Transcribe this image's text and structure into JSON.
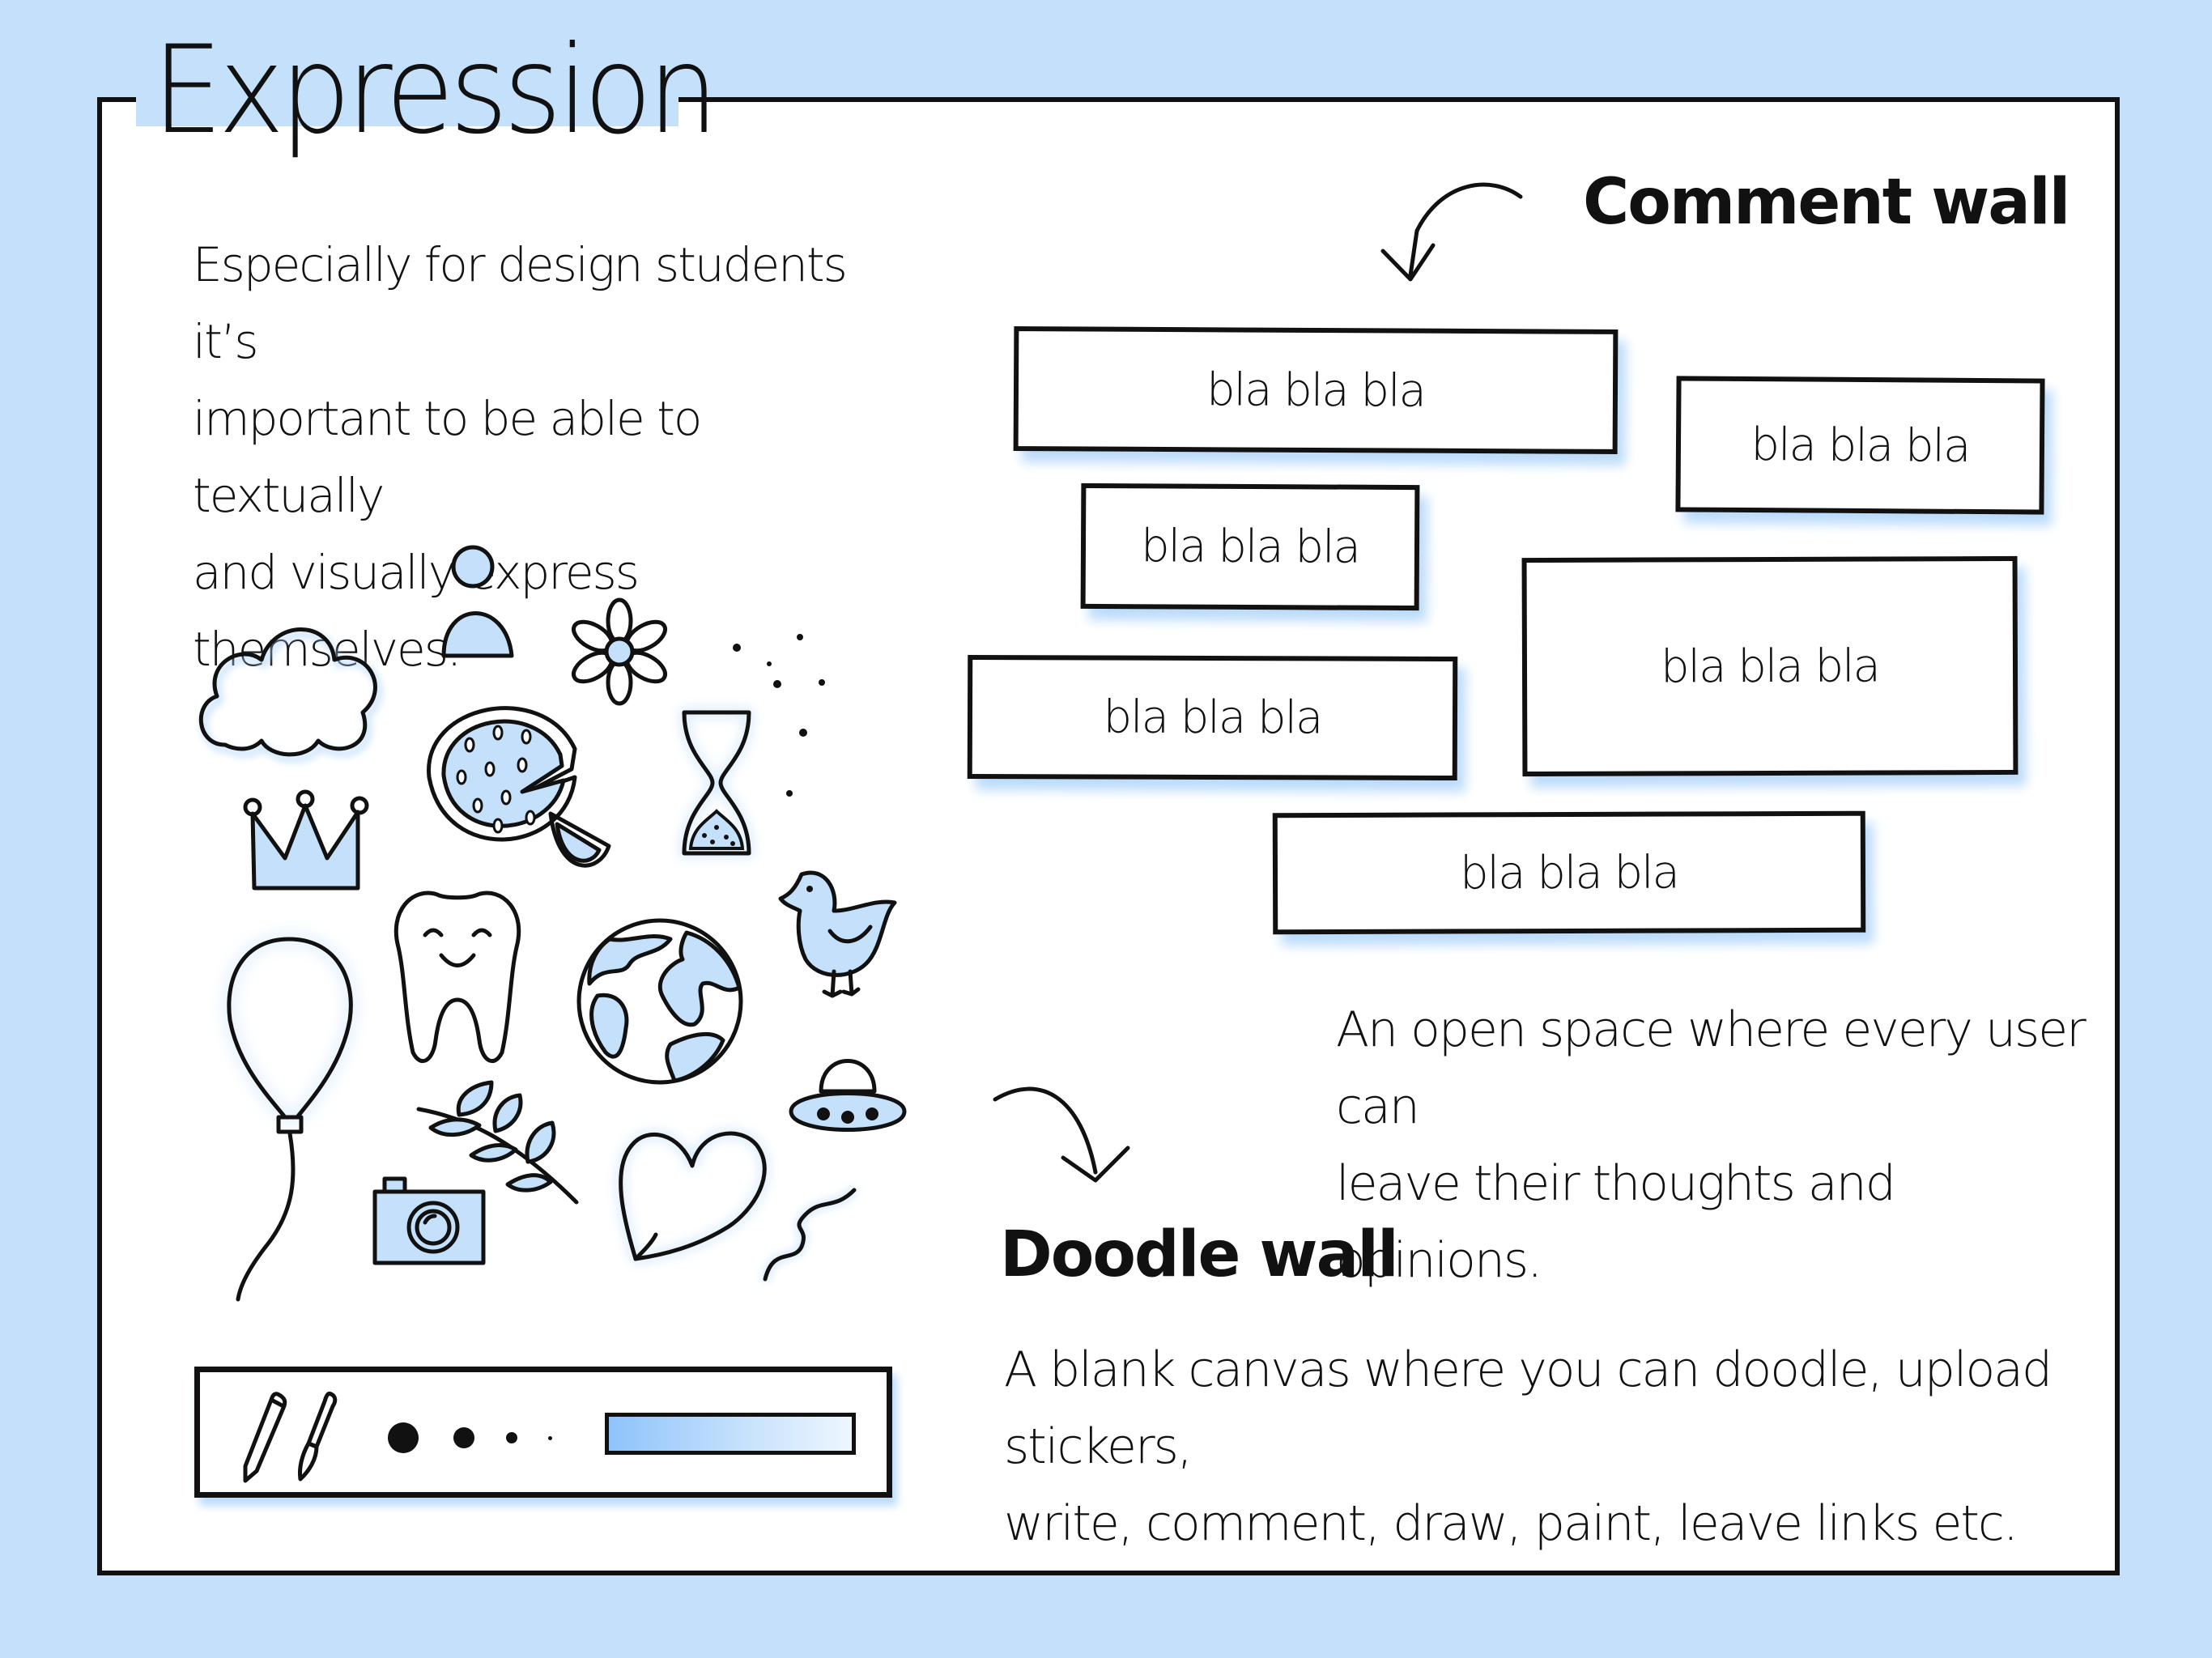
{
  "title": "Expression",
  "intro": "Especially for design students it’s\nimportant to be able to textually\nand visually express themselves.",
  "comment_wall": {
    "heading": "Comment wall",
    "description": "An open space where every user can\nleave their thoughts and opinions.",
    "cards": [
      "bla bla bla",
      "bla bla bla",
      "bla bla bla",
      "bla bla bla",
      "bla bla bla",
      "bla bla bla"
    ]
  },
  "doodle_wall": {
    "heading": "Doodle wall",
    "description": "A blank canvas where you can doodle, upload stickers,\nwrite, comment, draw, paint, leave links etc."
  },
  "stickers": [
    "cloud",
    "person",
    "flower",
    "pizza",
    "hourglass",
    "crown",
    "tooth",
    "bird",
    "balloon",
    "globe",
    "ufo",
    "leaf-branch",
    "camera",
    "heart",
    "squiggle"
  ],
  "toolbar": {
    "tools": [
      "pencil-icon",
      "brush-icon"
    ],
    "brush_sizes": [
      "large",
      "medium",
      "small",
      "tiny"
    ],
    "color_swatch": "#8ec3fb"
  },
  "colors": {
    "background": "#c4e0fb",
    "accent": "#8ec3fb",
    "ink": "#111111"
  }
}
